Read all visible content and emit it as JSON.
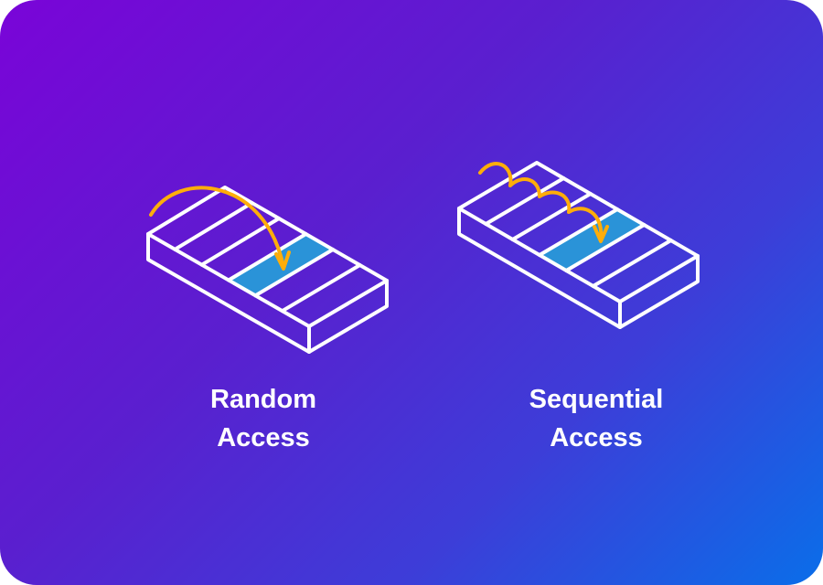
{
  "colors": {
    "stroke": "#ffffff",
    "highlight": "#2a93d8",
    "arrow": "#ffad0a"
  },
  "diagrams": [
    {
      "title_line1": "Random",
      "title_line2": "Access",
      "cells": 6,
      "highlighted_cell": 3,
      "arrow": "single-jump"
    },
    {
      "title_line1": "Sequential",
      "title_line2": "Access",
      "cells": 6,
      "highlighted_cell": 3,
      "arrow": "sequential-hops"
    }
  ]
}
